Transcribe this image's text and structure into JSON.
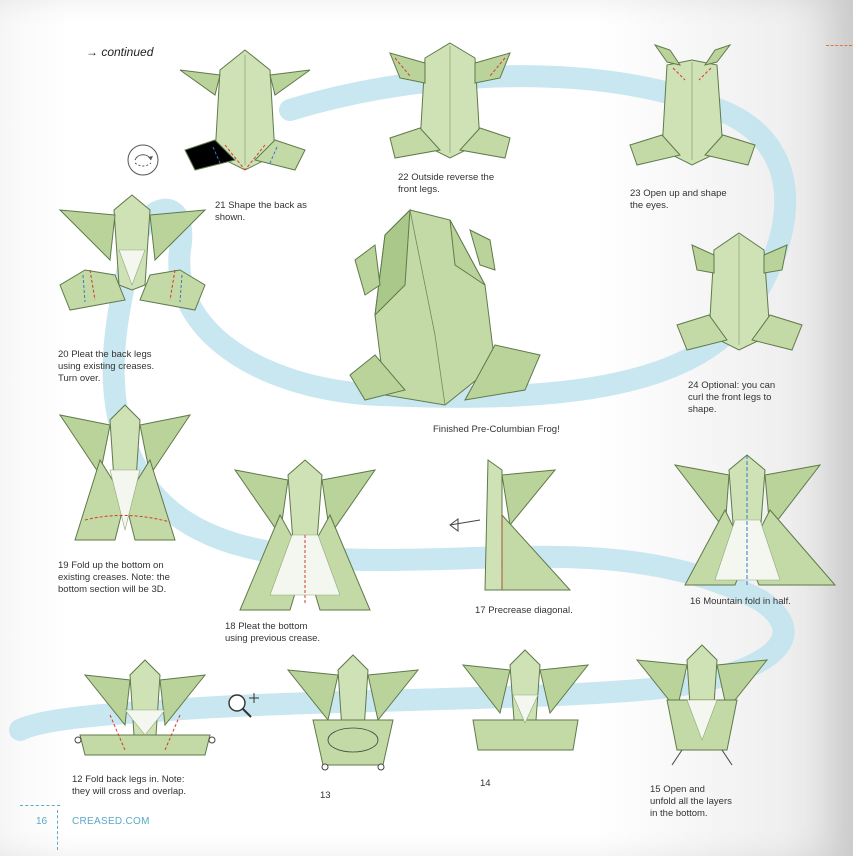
{
  "header": {
    "continued": "→ continued"
  },
  "steps": [
    {
      "id": "21",
      "text_lines": [
        "21    Shape the back as",
        "shown."
      ]
    },
    {
      "id": "22",
      "text_lines": [
        "22    Outside reverse the",
        "front legs."
      ]
    },
    {
      "id": "23",
      "text_lines": [
        "23    Open up and shape",
        "the eyes."
      ]
    },
    {
      "id": "24",
      "text_lines": [
        "24    Optional: you can",
        "curl the front legs to",
        "shape."
      ]
    },
    {
      "id": "20",
      "text_lines": [
        "20    Pleat the back legs",
        "using  existing creases.",
        "Turn over."
      ]
    },
    {
      "id": "19",
      "text_lines": [
        "19    Fold up the bottom on",
        "existing creases. Note: the",
        "bottom section will be 3D."
      ]
    },
    {
      "id": "18",
      "text_lines": [
        "18    Pleat the bottom",
        "using previous crease."
      ]
    },
    {
      "id": "17",
      "text_lines": [
        "17    Precrease diagonal."
      ]
    },
    {
      "id": "16",
      "text_lines": [
        "16    Mountain fold in half."
      ]
    },
    {
      "id": "12",
      "text_lines": [
        "12    Fold back legs in. Note:",
        "they will cross and overlap."
      ]
    },
    {
      "id": "13",
      "text_lines": [
        "13"
      ]
    },
    {
      "id": "14",
      "text_lines": [
        "14"
      ]
    },
    {
      "id": "15",
      "text_lines": [
        "15    Open and",
        "unfold all the layers",
        "in the bottom."
      ]
    }
  ],
  "finished": {
    "text": "Finished Pre-Columbian Frog!"
  },
  "footer": {
    "page_number": "16",
    "site": "CREASED.COM"
  },
  "colors": {
    "paper_light": "#dfeccb",
    "paper_mid": "#b9d39a",
    "paper_dark": "#8fb46e",
    "outline": "#5f7a4a",
    "crease_red": "#d43b2e",
    "crease_blue": "#3a78c9",
    "path_blue": "#bfe3ee",
    "accent_footer": "#5aa9c7"
  },
  "icons": [
    "turn-over-icon",
    "magnify-icon"
  ]
}
